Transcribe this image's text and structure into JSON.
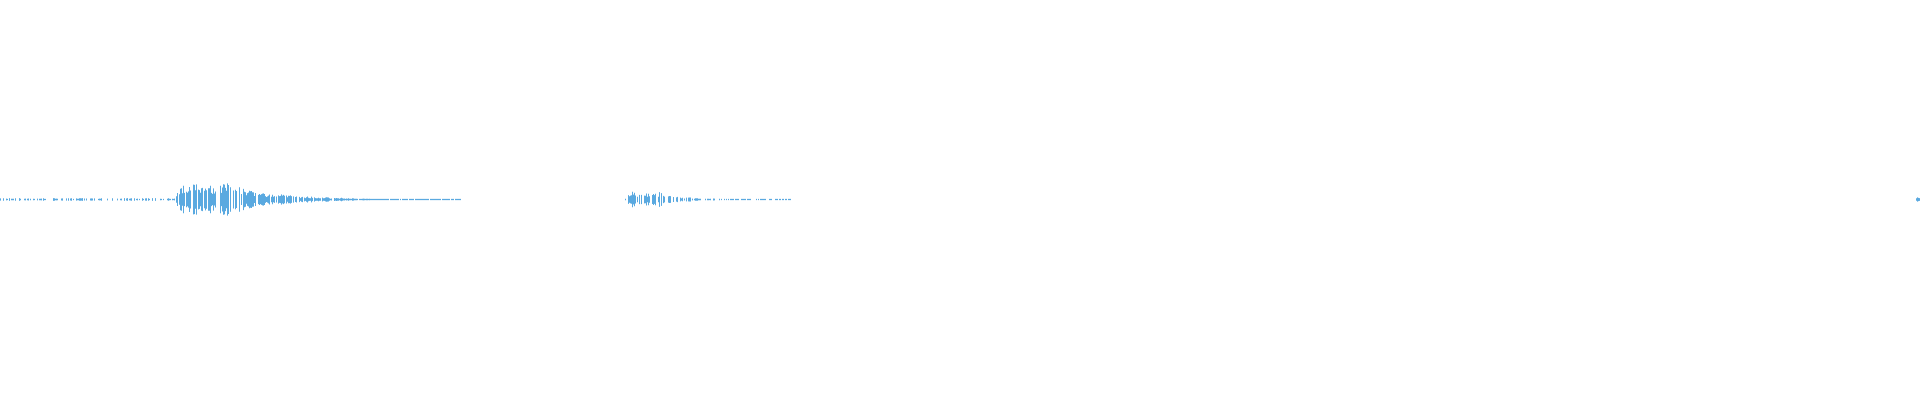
{
  "waveform": {
    "color": "#5aa9e0",
    "background": "#ffffff",
    "segments": [
      {
        "name": "segment-1-noise",
        "start_fraction": 0.0,
        "end_fraction": 0.09,
        "peak_amplitude": 0.02,
        "density": 0.45,
        "decay": 0.0
      },
      {
        "name": "segment-1-burst",
        "start_fraction": 0.09,
        "end_fraction": 0.24,
        "peak_amplitude": 0.28,
        "density": 0.85,
        "decay": 0.82
      },
      {
        "name": "segment-2",
        "start_fraction": 0.325,
        "end_fraction": 0.413,
        "peak_amplitude": 0.13,
        "density": 0.6,
        "decay": 0.9
      },
      {
        "name": "end-mark",
        "start_fraction": 0.998,
        "end_fraction": 1.0,
        "peak_amplitude": 0.03,
        "density": 1.0,
        "decay": 0.0
      }
    ]
  }
}
